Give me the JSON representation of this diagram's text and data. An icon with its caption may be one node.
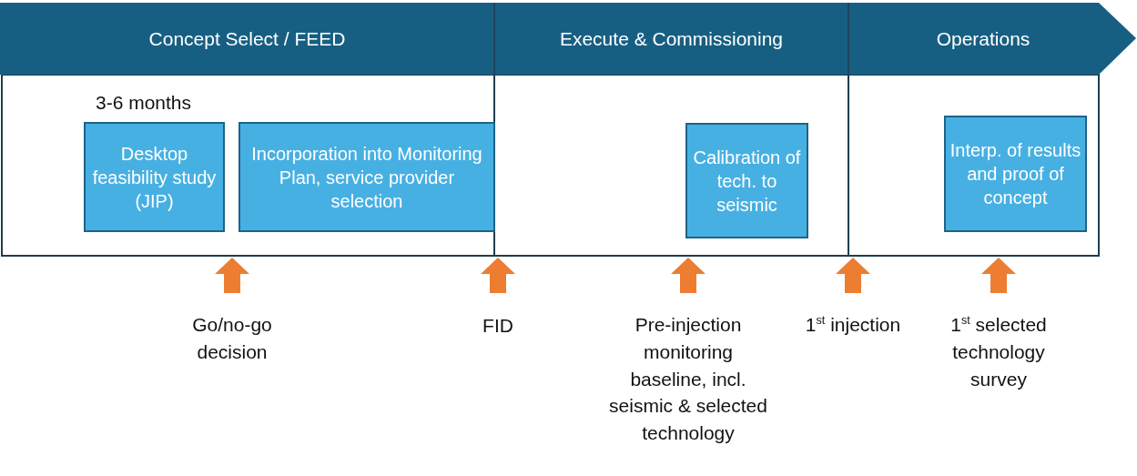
{
  "diagram": {
    "nodes": [
      {
        "text": [
          "Concept Select / FEED"
        ]
      },
      {
        "text": [
          "Execute & Commissioning"
        ]
      },
      {
        "text": [
          "Operations"
        ]
      },
      {
        "text": [
          "Desktop feasibility study (JIP)"
        ],
        "beside": [
          "3-6 months"
        ]
      },
      {
        "text": [
          "Incorporation into Monitoring Plan, service provider selection"
        ]
      },
      {
        "text": [
          "Calibration of tech. to seismic"
        ]
      },
      {
        "text": [
          "Interp. of results and proof of concept"
        ]
      },
      {
        "text": [
          "Go/no-go decision"
        ]
      },
      {
        "text": [
          "FID"
        ]
      },
      {
        "text": [
          "Pre-injection monitoring baseline, incl. seismic & selected technology"
        ]
      },
      {
        "text": [
          "1$^{st}$ injection"
        ]
      },
      {
        "text": [
          "1$^{st}$ selected technology survey"
        ]
      }
    ],
    "edges": [
      {
        "from": 7,
        "to": null,
        "arrow": "to"
      },
      {
        "from": 8,
        "to": null,
        "arrow": "to"
      },
      {
        "from": 9,
        "to": null,
        "arrow": "to"
      },
      {
        "from": 10,
        "to": null,
        "arrow": "to"
      },
      {
        "from": 11,
        "to": null,
        "arrow": "to"
      }
    ]
  }
}
